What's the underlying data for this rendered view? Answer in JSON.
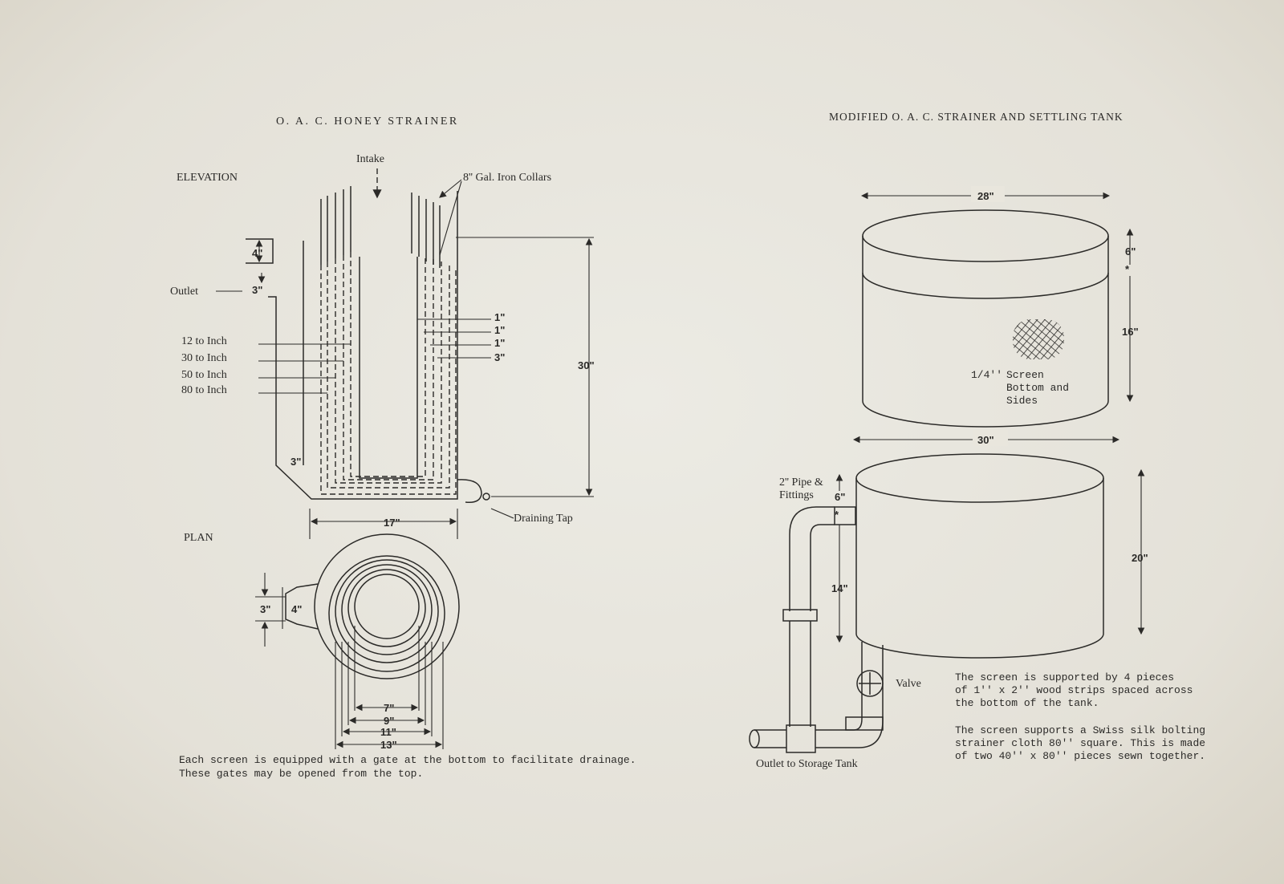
{
  "left": {
    "title": "O. A. C. HONEY STRAINER",
    "elevation": "ELEVATION",
    "intake": "Intake",
    "collars": "8'' Gal. Iron Collars",
    "outlet": "Outlet",
    "mesh": [
      "12 to Inch",
      "30 to Inch",
      "50 to Inch",
      "80 to Inch"
    ],
    "dims_elev": {
      "d4": "4\"",
      "d3a": "3\"",
      "d3b": "3\"",
      "d30": "30\"",
      "s1a": "1\"",
      "s1b": "1\"",
      "s1c": "1\"",
      "s3": "3\""
    },
    "draining_tap": "Draining Tap",
    "plan": "PLAN",
    "dims_plan": {
      "d17": "17\"",
      "d3": "3\"",
      "d4": "4\"",
      "d7": "7\"",
      "d9": "9\"",
      "d11": "11\"",
      "d13": "13\""
    },
    "caption_1": "Each screen is equipped with a gate at the bottom to facilitate drainage.",
    "caption_2": "These gates may be opened from the top."
  },
  "right": {
    "title": "MODIFIED O. A. C. STRAINER AND SETTLING TANK",
    "dims": {
      "d28": "28\"",
      "d6a": "6\"",
      "d16": "16\"",
      "d30": "30\"",
      "d20": "20\"",
      "d6b": "6\"",
      "d14": "14\""
    },
    "screen_1": "1/4''",
    "screen_2": "Screen",
    "screen_3": "Bottom and",
    "screen_4": "Sides",
    "pipe_1": "2'' Pipe &",
    "pipe_2": "Fittings",
    "valve": "Valve",
    "outlet": "Outlet to Storage Tank",
    "note_a": [
      "The screen is supported by 4 pieces",
      "of 1'' x 2'' wood strips spaced across",
      "the bottom of the tank."
    ],
    "note_b": [
      "The screen supports a Swiss silk bolting",
      "strainer cloth 80'' square.  This is made",
      "of two 40'' x 80'' pieces sewn together."
    ]
  }
}
